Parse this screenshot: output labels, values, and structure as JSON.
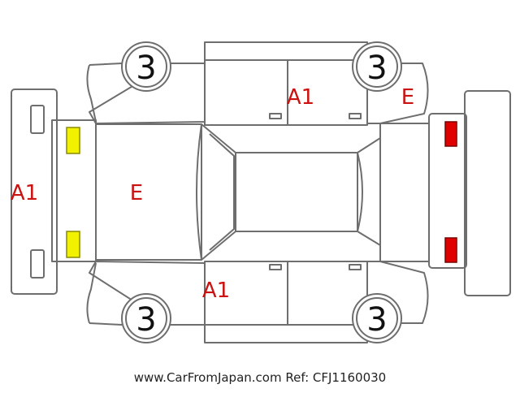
{
  "colors": {
    "outline": "#6e6e6e",
    "damage_text": "#cc1111",
    "headlight_fill": "#f2f200",
    "taillight_fill": "#e00000",
    "tire_text": "#111111"
  },
  "marks": {
    "front_bumper": "A1",
    "hood": "E",
    "left_door": "A1",
    "right_door": "A1",
    "right_rear_fender": "E"
  },
  "tires": {
    "front_right": "3",
    "rear_right": "3",
    "front_left": "3",
    "rear_left": "3"
  },
  "lights": {
    "front": "headlight",
    "rear": "taillight"
  },
  "footer": {
    "text": "www.CarFromJapan.com Ref: CFJ1160030"
  }
}
